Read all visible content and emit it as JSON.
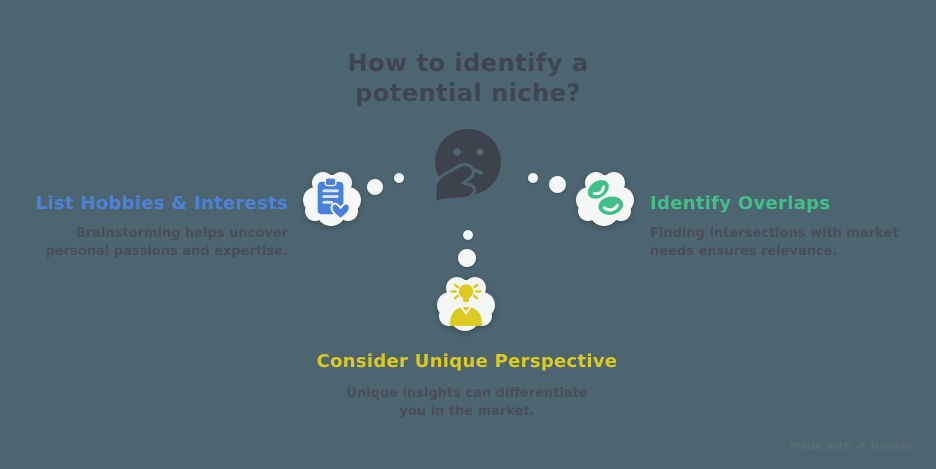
{
  "background_color": "#4c6571",
  "title": {
    "lines": [
      "How to identify a",
      "potential niche?"
    ],
    "color": "#3f4650"
  },
  "center_face": {
    "icon": "thinking-face-emoji",
    "color": "#3c434d"
  },
  "items": [
    {
      "id": "hobbies",
      "heading": "List Hobbies & Interests",
      "accent_color": "#4e82d8",
      "desc_lines": [
        "Brainstorming helps uncover",
        "personal passions and expertise."
      ],
      "icon": "clipboard-heart-icon"
    },
    {
      "id": "overlaps",
      "heading": "Identify Overlaps",
      "accent_color": "#41bf8b",
      "desc_lines": [
        "Finding intersections with market",
        "needs ensures relevance."
      ],
      "icon": "overlap-ellipses-icon"
    },
    {
      "id": "perspective",
      "heading": "Consider Unique Perspective",
      "accent_color": "#dcca1e",
      "desc_lines": [
        "Unique insights can differentiate",
        "you in the market."
      ],
      "icon": "idea-person-icon"
    }
  ],
  "description_color": "#4a4e57",
  "cloud_color": "#f5f6f6",
  "watermark": {
    "prefix": "Made with",
    "brand": "Napkin",
    "color": "#5d6e72"
  }
}
